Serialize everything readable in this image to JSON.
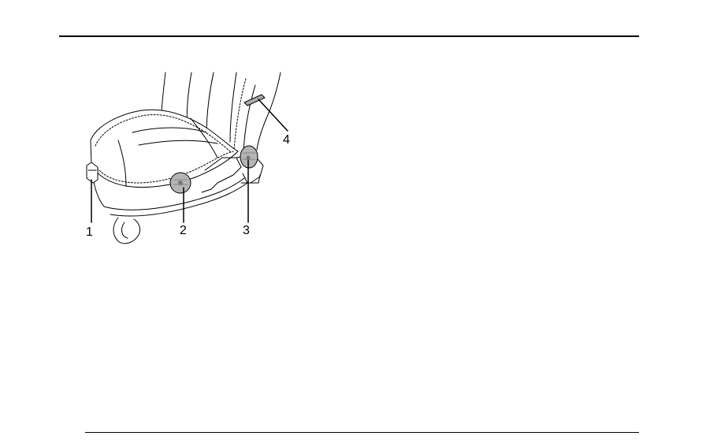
{
  "figure": {
    "subject": "seat-illustration",
    "callouts": [
      {
        "id": "1",
        "label": "1"
      },
      {
        "id": "2",
        "label": "2"
      },
      {
        "id": "3",
        "label": "3"
      },
      {
        "id": "4",
        "label": "4"
      }
    ]
  }
}
